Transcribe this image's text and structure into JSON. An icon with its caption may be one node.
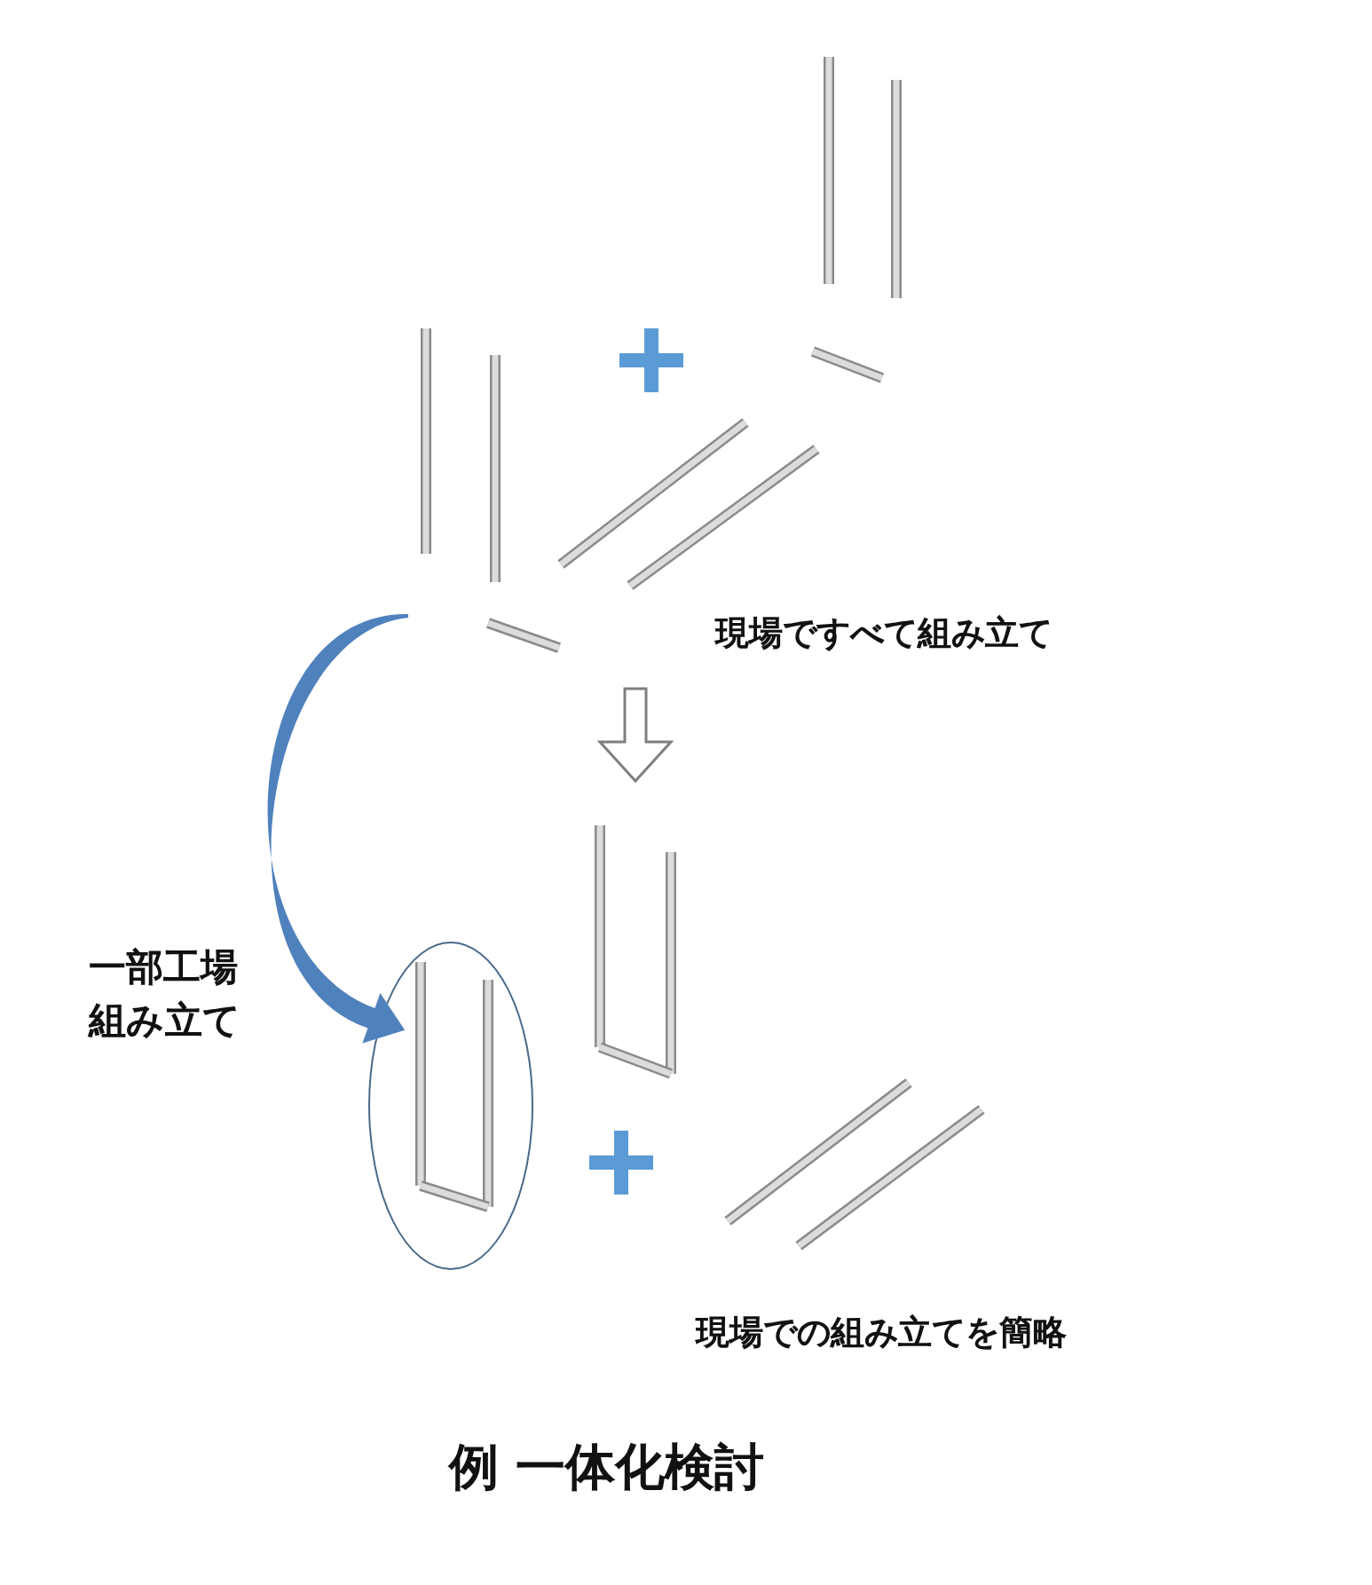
{
  "diagram": {
    "caption": "例 一体化検討",
    "nodes": [
      {
        "text": [],
        "shape": "picture"
      },
      {
        "text": [],
        "shape": "picture"
      },
      {
        "text": [],
        "shape": "circle"
      }
    ],
    "edges": [
      {
        "from": 0,
        "to": 1,
        "arrow": "to"
      },
      {
        "from": 0,
        "to": 2,
        "arrow": "to",
        "color": "#4f81bd"
      }
    ],
    "labels": [
      "現場ですべて組み立て",
      "一部工場組み立て",
      "現場での組み立てを簡略"
    ]
  }
}
